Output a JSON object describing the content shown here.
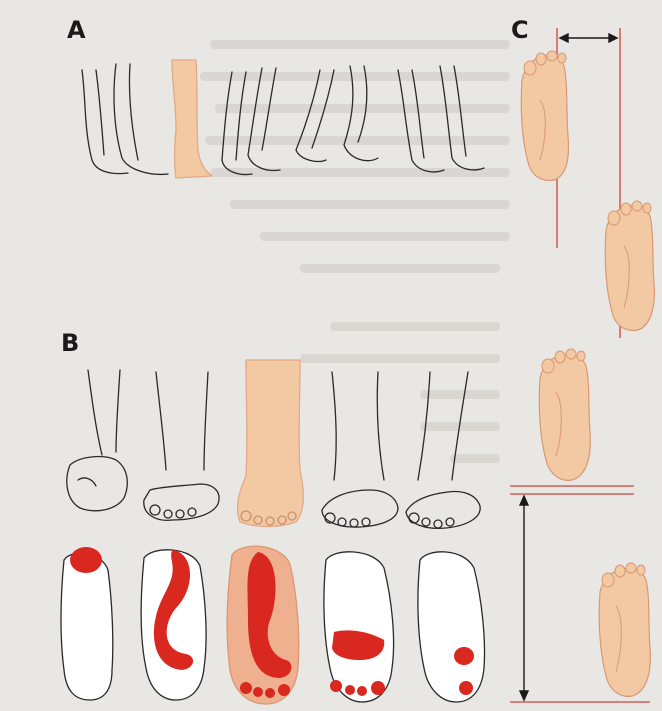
{
  "panels": {
    "a": {
      "label": "A"
    },
    "b": {
      "label": "B"
    },
    "c": {
      "label": "C"
    }
  },
  "colors": {
    "page_background": "#e9e7e4",
    "skin_highlight": "#f3c9a4",
    "pressure_red": "#d8281f",
    "pressure_halo": "#efb08f",
    "guide_line": "#d2433a",
    "ink": "#2a2a2a"
  },
  "icons": {
    "width_arrow": "double-arrow-horizontal",
    "height_arrow": "double-arrow-vertical"
  }
}
